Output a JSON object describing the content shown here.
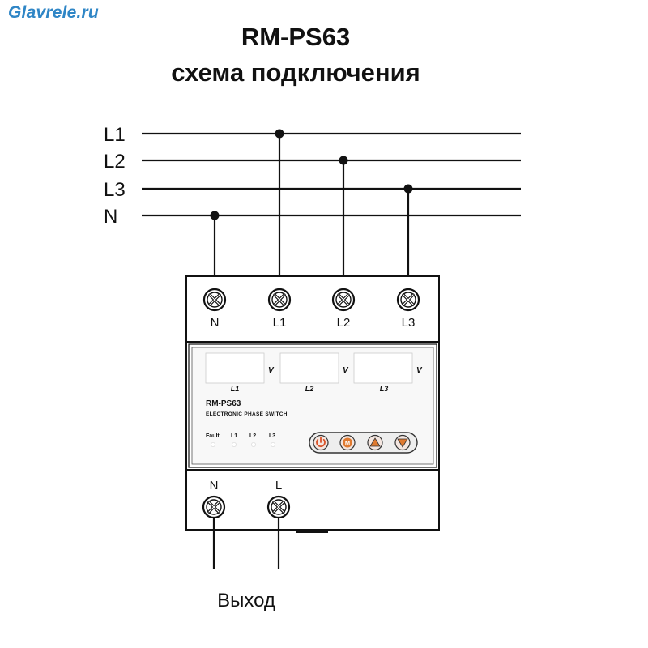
{
  "watermark": "Glavrele.ru",
  "title": "RM-PS63",
  "subtitle": "схема подключения",
  "lines": [
    "L1",
    "L2",
    "L3",
    "N"
  ],
  "top_terminals": [
    "N",
    "L1",
    "L2",
    "L3"
  ],
  "displays": [
    {
      "label": "L1",
      "unit": "V"
    },
    {
      "label": "L2",
      "unit": "V"
    },
    {
      "label": "L3",
      "unit": "V"
    }
  ],
  "device": {
    "model": "RM-PS63",
    "description": "ELECTRONIC PHASE SWITCH"
  },
  "indicators": [
    "Fault",
    "L1",
    "L2",
    "L3"
  ],
  "buttons": [
    {
      "icon": "power-icon",
      "color": "#d9542b"
    },
    {
      "icon": "m-icon",
      "glyph": "M",
      "color": "#e07a30"
    },
    {
      "icon": "arrow-up-icon",
      "color": "#e07a30"
    },
    {
      "icon": "arrow-down-icon",
      "color": "#e07a30"
    }
  ],
  "bottom_terminals": [
    "N",
    "L"
  ],
  "output_label": "Выход"
}
